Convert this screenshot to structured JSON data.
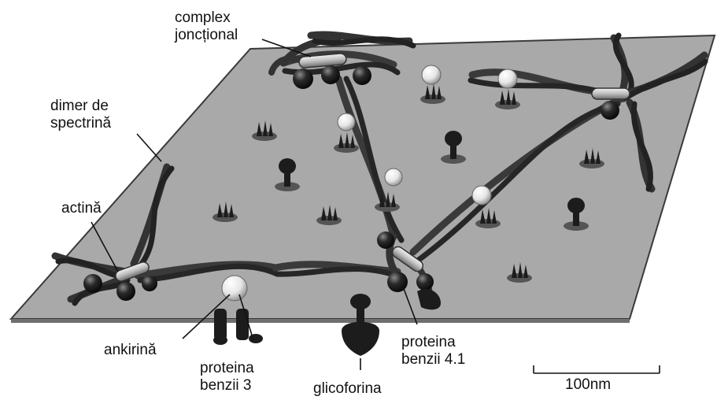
{
  "labels": {
    "complex_jonctional": [
      "complex",
      "joncțional"
    ],
    "dimer_de_spectrina": [
      "dimer de",
      "spectrină"
    ],
    "actina": "actină",
    "ankirina": "ankirină",
    "proteina_benzii_3": [
      "proteina",
      "benzii 3"
    ],
    "glicoforina": "glicoforina",
    "proteina_benzii_4_1": [
      "proteina",
      "benzii 4.1"
    ],
    "scale_bar": "100nm"
  },
  "colors": {
    "membrane": "#a9a9a9",
    "membrane_edge": "#3a3a3a",
    "spectrin": "#3c3c3c",
    "protein_dark": "#1c1c1c",
    "ankyrin": "#eeeeee",
    "junction": "#bdbdbd"
  }
}
